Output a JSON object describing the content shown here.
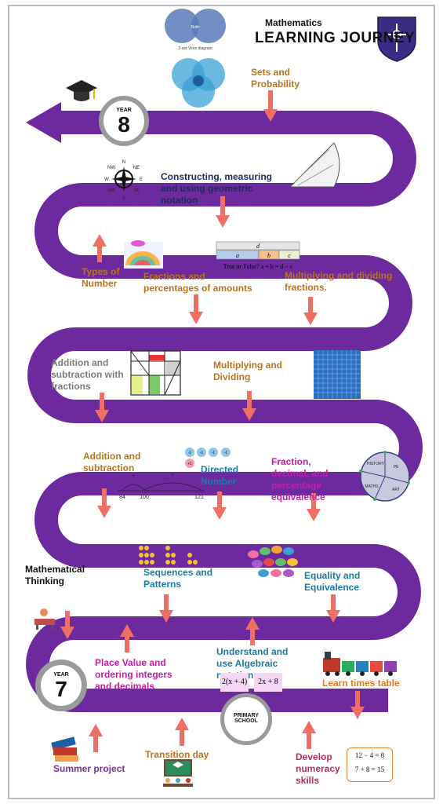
{
  "header": {
    "line1": "Mathematics",
    "line2": "LEARNING JOURNEY"
  },
  "years": {
    "top_label": "YEAR",
    "top_number": "8",
    "bottom_label": "YEAR",
    "bottom_number": "7",
    "primary": "PRIMARY SCHOOL"
  },
  "topics": {
    "sets": "Sets and Probability",
    "constructing": "Constructing, measuring and using geometric notation",
    "types_number": "Types of Number",
    "fractions_percent": "Fractions and percentages of amounts",
    "mult_div_fractions": "Multiplying and dividing fractions.",
    "add_sub_fractions": "Addition and subtraction with fractions",
    "mult_dividing": "Multiplying and Dividing",
    "add_sub": "Addition and subtraction",
    "directed": "Directed Number",
    "fdp": "Fraction, decimal, and percentage equivalence",
    "math_thinking": "Mathematical Thinking",
    "sequences": "Sequences and Patterns",
    "equality": "Equality and Equivalence",
    "place_value": "Place Value and ordering integers and decimals",
    "algebra": "Understand and use Algebraic notation",
    "times_table": "Learn times table",
    "summer": "Summer project",
    "transition": "Transition day",
    "numeracy": "Develop numeracy skills"
  },
  "images": {
    "venn_caption": "2-set Venn diagram",
    "venn_both": "Both",
    "bar_d": "d",
    "bar_a": "a",
    "bar_b": "b",
    "bar_c": "c",
    "true_false": "True or False? a + b = d − c",
    "numline_84": "84",
    "numline_100": "100",
    "numline_121": "121",
    "numline_q1": "?",
    "numline_q2": "?",
    "counter_minus": "-1",
    "counter_plus": "+1",
    "alg1": "2(x + 4)",
    "alg2": "2x + 8",
    "eq1": "12 − 4 = 8",
    "eq2": "7 + 8 = 15",
    "pie_history": "HISTORY",
    "pie_pe": "PE",
    "pie_art": "ART",
    "pie_maths": "MATHS",
    "compass_n": "N",
    "compass_s": "S",
    "compass_e": "E",
    "compass_w": "W",
    "compass_ne": "NE",
    "compass_nw": "NW",
    "compass_se": "SE",
    "compass_sw": "SW"
  },
  "colors": {
    "road": "#6d2a9e",
    "arrow": "#ef6f65",
    "badge_ring": "#9a9a9a"
  }
}
